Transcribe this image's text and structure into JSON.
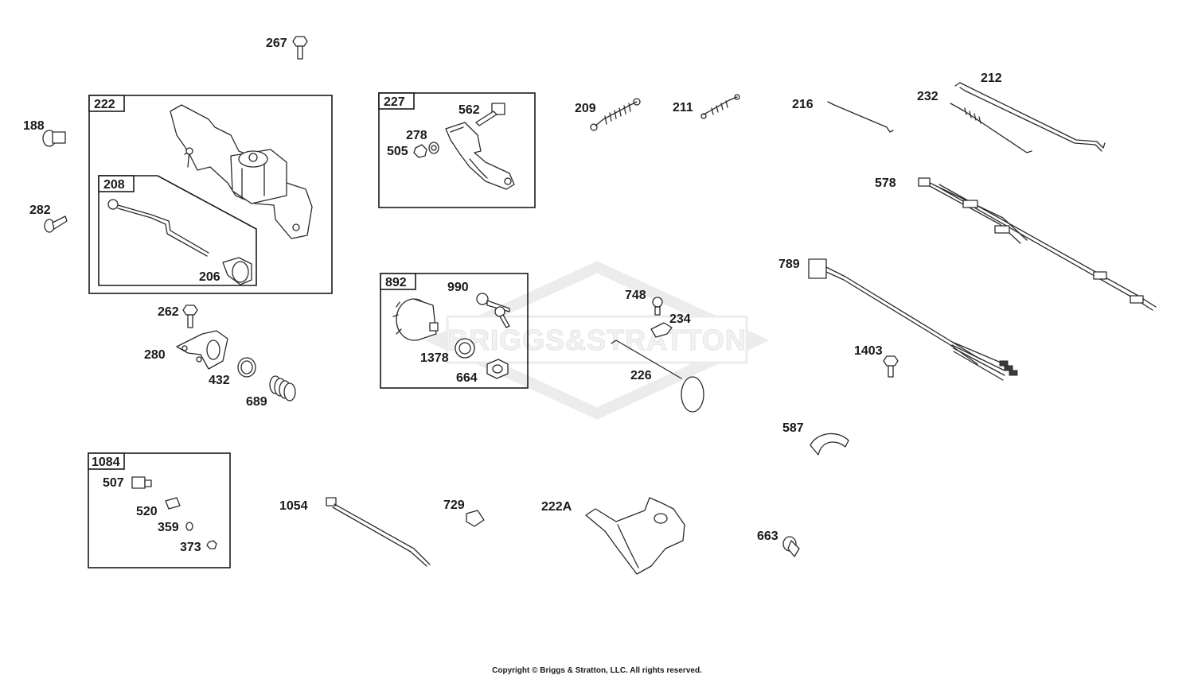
{
  "watermark": "BRIGGS&STRATTON",
  "copyright": "Copyright © Briggs & Stratton, LLC. All rights reserved.",
  "boxes": {
    "b222": "222",
    "b208": "208",
    "b227": "227",
    "b892": "892",
    "b1084": "1084"
  },
  "labels": {
    "p267": "267",
    "p188": "188",
    "p282": "282",
    "p206": "206",
    "p262": "262",
    "p280": "280",
    "p432": "432",
    "p689": "689",
    "p562": "562",
    "p278": "278",
    "p505": "505",
    "p990": "990",
    "p1378": "1378",
    "p664": "664",
    "p209": "209",
    "p211": "211",
    "p216": "216",
    "p212": "212",
    "p232": "232",
    "p578": "578",
    "p789": "789",
    "p748": "748",
    "p234": "234",
    "p226": "226",
    "p1403": "1403",
    "p587": "587",
    "p507": "507",
    "p520": "520",
    "p359": "359",
    "p373": "373",
    "p1054": "1054",
    "p729": "729",
    "p222A": "222A",
    "p663": "663"
  }
}
